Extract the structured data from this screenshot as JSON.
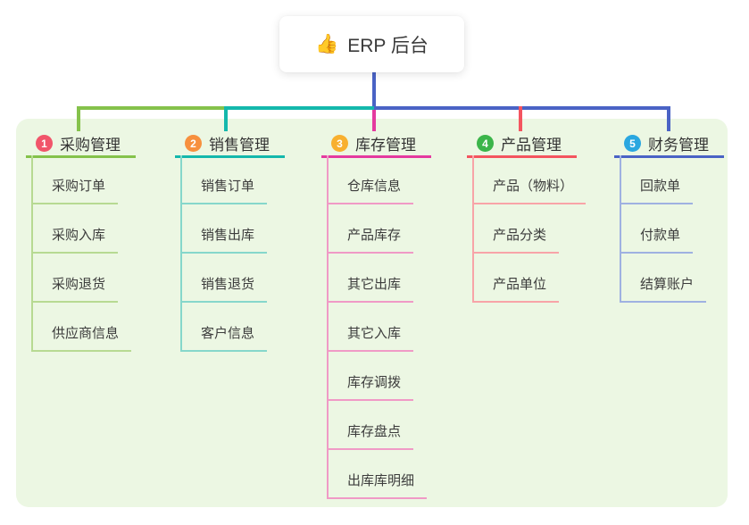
{
  "root": {
    "icon": "thumbs-up",
    "icon_char": "👍",
    "label": "ERP 后台"
  },
  "branches": [
    {
      "number": "1",
      "label": "采购管理",
      "badge_color": "#f1556a",
      "line_color": "#85c24b",
      "item_line_color": "#b7da92",
      "items": [
        "采购订单",
        "采购入库",
        "采购退货",
        "供应商信息"
      ]
    },
    {
      "number": "2",
      "label": "销售管理",
      "badge_color": "#f7903e",
      "line_color": "#14b8ac",
      "item_line_color": "#86d7cb",
      "items": [
        "销售订单",
        "销售出库",
        "销售退货",
        "客户信息"
      ]
    },
    {
      "number": "3",
      "label": "库存管理",
      "badge_color": "#f8b02f",
      "line_color": "#e43a9f",
      "item_line_color": "#f09ac6",
      "items": [
        "仓库信息",
        "产品库存",
        "其它出库",
        "其它入库",
        "库存调拨",
        "库存盘点",
        "出库库明细"
      ]
    },
    {
      "number": "4",
      "label": "产品管理",
      "badge_color": "#3bb54a",
      "line_color": "#f4555f",
      "item_line_color": "#f8a4a8",
      "items": [
        "产品（物料）",
        "产品分类",
        "产品单位"
      ]
    },
    {
      "number": "5",
      "label": "财务管理",
      "badge_color": "#2aa7e0",
      "line_color": "#4a63c5",
      "item_line_color": "#9fb1e1",
      "items": [
        "回款单",
        "付款单",
        "结算账户"
      ]
    }
  ],
  "colors": {
    "panel_background": "#ecf7e3",
    "root_connector": "#4a63c5"
  }
}
